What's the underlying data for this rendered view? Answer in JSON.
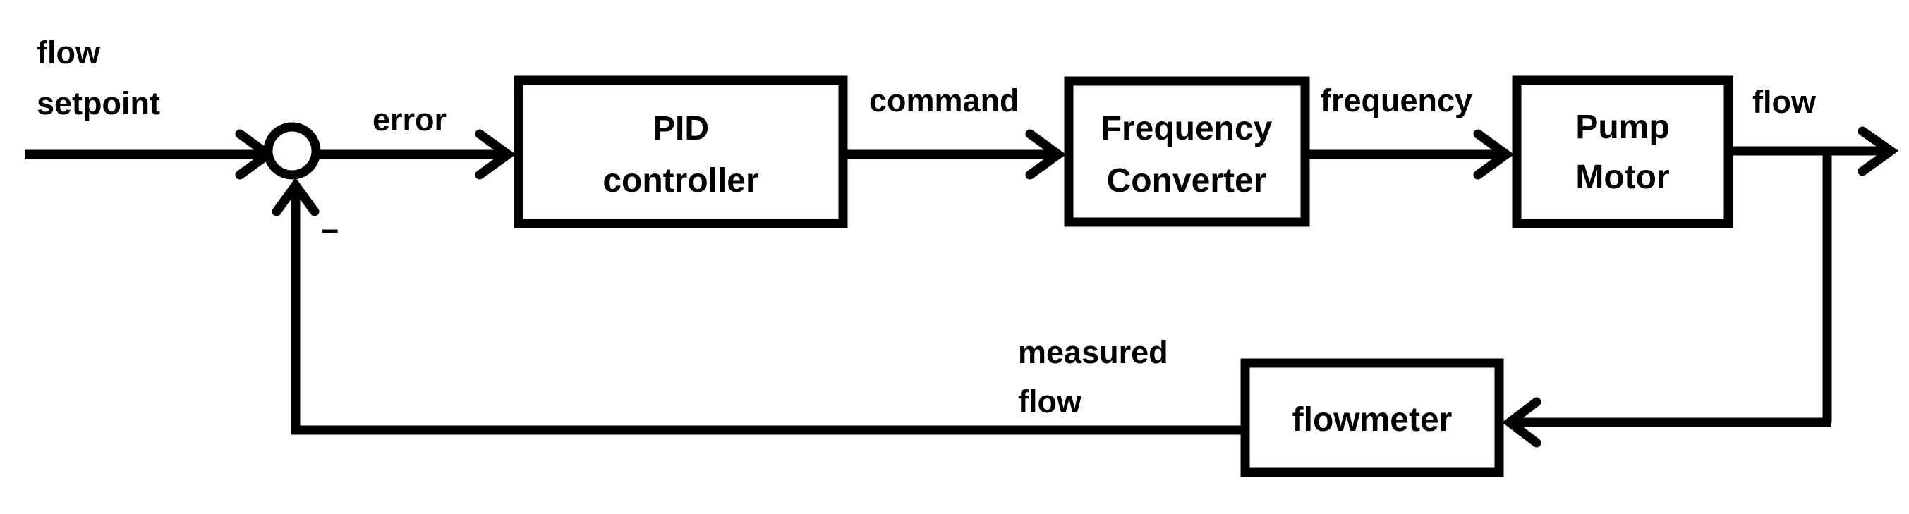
{
  "diagram": {
    "input": {
      "line1": "flow",
      "line2": "setpoint"
    },
    "summing_junction": {
      "minus_sign": "–"
    },
    "signals": {
      "error": "error",
      "command": "command",
      "frequency": "frequency",
      "output": "flow",
      "feedback_line1": "measured",
      "feedback_line2": "flow"
    },
    "blocks": {
      "pid": {
        "line1": "PID",
        "line2": "controller"
      },
      "converter": {
        "line1": "Frequency",
        "line2": "Converter"
      },
      "pump": {
        "line1": "Pump",
        "line2": "Motor"
      },
      "flowmeter": {
        "line1": "flowmeter"
      }
    }
  }
}
